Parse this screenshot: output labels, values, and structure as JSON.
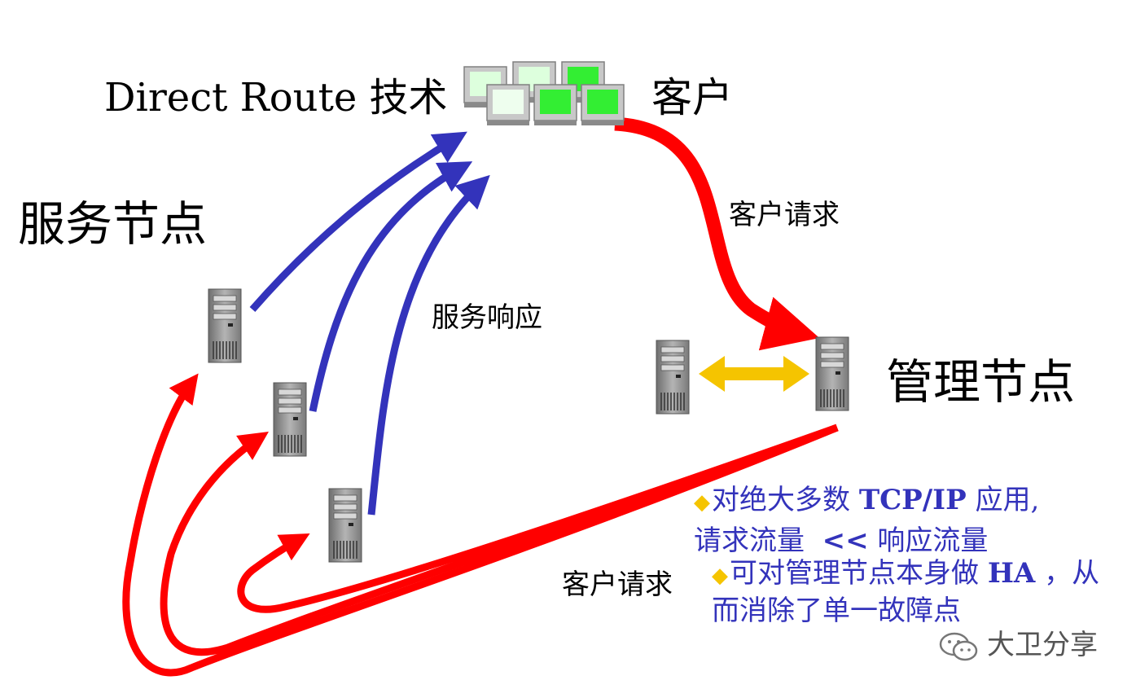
{
  "title": "Direct Route 技术",
  "clients_label": "客户",
  "service_nodes_label": "服务节点",
  "management_nodes_label": "管理节点",
  "client_request_label_top": "客户请求",
  "service_response_label": "服务响应",
  "client_request_label_bottom": "客户请求",
  "notes": {
    "line1_cn": "对绝大多数",
    "line1_bold": "TCP/IP",
    "line1_tail": "应用,",
    "line2_cn": "请求流量",
    "line2_bold": "<<",
    "line2_tail": "响应流量",
    "line3_cn": "可对管理节点本身做",
    "line3_bold": "HA",
    "line3_tail": "，从",
    "line4": "而消除了单一故障点"
  },
  "bullet_glyph": "◆",
  "watermark": "大卫分享",
  "colors": {
    "request_arrow": "#ff0000",
    "response_arrow": "#3333bb",
    "ha_arrow": "#f5c400",
    "note_text": "#3333bb",
    "client_screen_active": "#33ee33",
    "client_screen_idle": "#ddffdd",
    "server_body": "#9a9a9a"
  }
}
